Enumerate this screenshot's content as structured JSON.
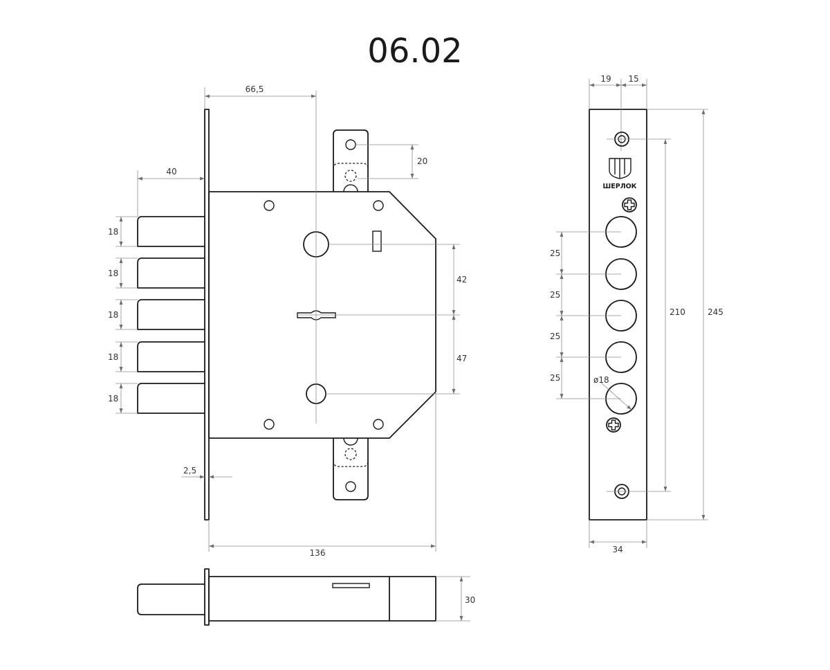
{
  "title": "06.02",
  "brand": {
    "name": "ШЕРЛОК"
  },
  "dimensions": {
    "d_66_5": "66,5",
    "d_40": "40",
    "d_20": "20",
    "d_bolt_1": "18",
    "d_bolt_2": "18",
    "d_bolt_3": "18",
    "d_bolt_4": "18",
    "d_bolt_5": "18",
    "d_42": "42",
    "d_47": "47",
    "d_2_5": "2,5",
    "d_136": "136",
    "d_30": "30",
    "d_19": "19",
    "d_15": "15",
    "d_25_1": "25",
    "d_25_2": "25",
    "d_25_3": "25",
    "d_25_4": "25",
    "d_dia18": "ø18",
    "d_210": "210",
    "d_245": "245",
    "d_34": "34"
  }
}
